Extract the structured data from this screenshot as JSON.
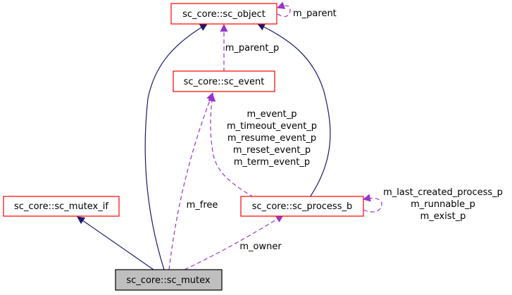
{
  "colors": {
    "node_border": "#ff0000",
    "focus_fill": "#bfbfbf",
    "focus_border": "#000000",
    "inherit_edge": "#191970",
    "usage_edge": "#9a32cd"
  },
  "nodes": {
    "sc_object": "sc_core::sc_object",
    "sc_event": "sc_core::sc_event",
    "sc_mutex_if": "sc_core::sc_mutex_if",
    "sc_process_b": "sc_core::sc_process_b",
    "sc_mutex": "sc_core::sc_mutex"
  },
  "edges": {
    "object_self": "m_parent",
    "event_to_object": "m_parent_p",
    "event_to_process": [
      "m_event_p",
      "m_timeout_event_p",
      "m_resume_event_p",
      "m_reset_event_p",
      "m_term_event_p"
    ],
    "process_self": [
      "m_last_created_process_p",
      "m_runnable_p",
      "m_exist_p"
    ],
    "event_to_mutex": "m_free",
    "process_to_mutex": "m_owner"
  }
}
